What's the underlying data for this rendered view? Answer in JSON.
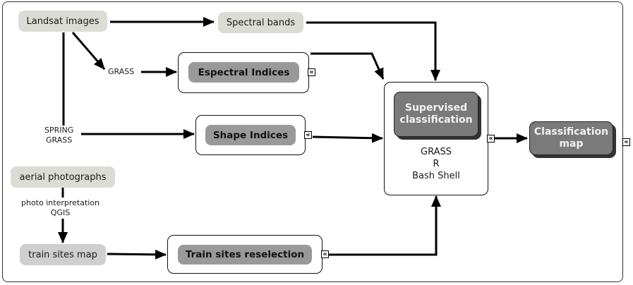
{
  "diagram": {
    "sources": {
      "landsat": "Landsat images",
      "spectral_bands": "Spectral bands",
      "aerial": "aerial photographs",
      "train_map": "train sites map"
    },
    "edge_labels": {
      "grass": "GRASS",
      "spring_grass_1": "SPRING",
      "spring_grass_2": "GRASS",
      "photo_interp_1": "photo interpretation",
      "photo_interp_2": "QGIS"
    },
    "processes": {
      "espectral": "Espectral Indices",
      "shape": "Shape Indices",
      "reselection": "Train sites reselection",
      "supervised_1": "Supervised",
      "supervised_2": "classification",
      "tools_1": "GRASS",
      "tools_2": "R",
      "tools_3": "Bash Shell",
      "output_1": "Classification",
      "output_2": "map"
    },
    "collapse_glyph": "«"
  }
}
